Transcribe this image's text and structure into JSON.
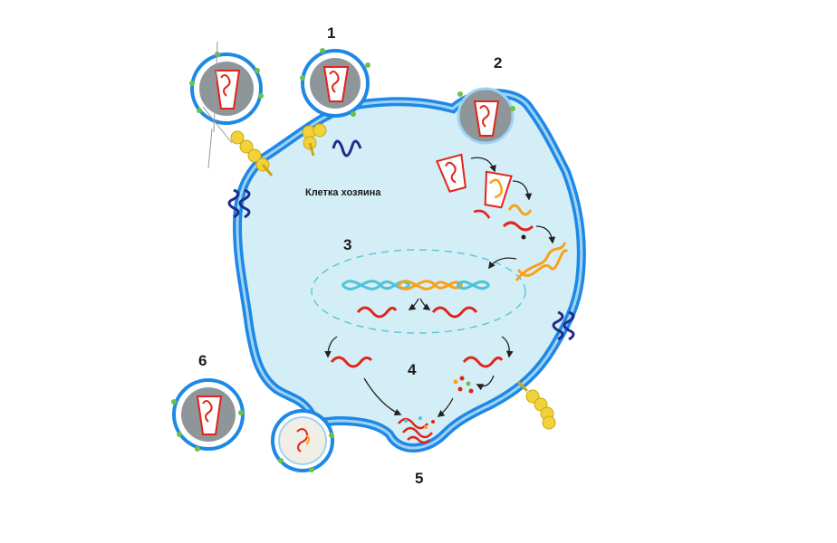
{
  "cell_label": "Клетка хозяина",
  "steps": {
    "s1": "1",
    "s2": "2",
    "s3": "3",
    "s4": "4",
    "s5": "5",
    "s6": "6"
  },
  "colors": {
    "membrane": "#1e88e5",
    "membrane_light": "#9fd3f5",
    "cytoplasm": "#d4eef7",
    "capsid_gray": "#8f9699",
    "rna_red": "#e2231a",
    "rna_orange": "#f7a21b",
    "dna_cyan": "#4fc3d6",
    "receptor_yellow": "#f2d23a",
    "coreceptor_navy": "#1f2a8a",
    "spike_green": "#6cc04a"
  }
}
